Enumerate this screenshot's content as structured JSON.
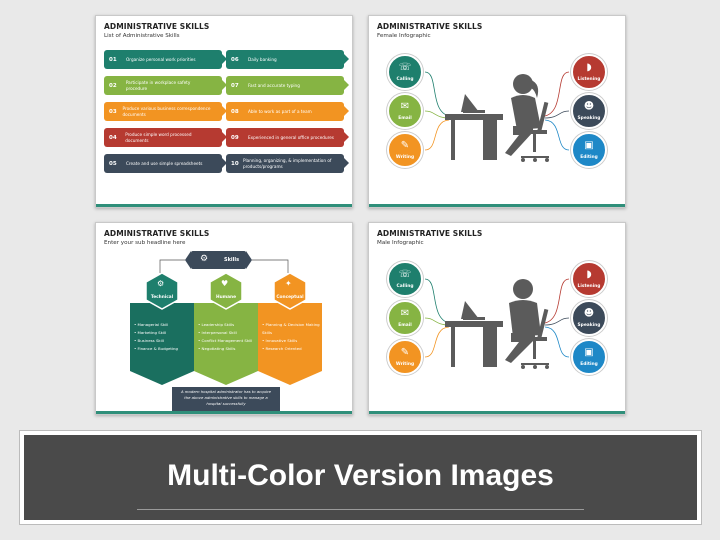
{
  "slides": {
    "list": {
      "title": "ADMINISTRATIVE SKILLS",
      "subtitle": "List of Administrative Skills",
      "items": [
        {
          "num": "01",
          "text": "Organize personal work priorities",
          "color": "#1e7f6d"
        },
        {
          "num": "02",
          "text": "Participate in workplace safety procedure",
          "color": "#86b443"
        },
        {
          "num": "03",
          "text": "Produce various business correspondence documents",
          "color": "#f29422"
        },
        {
          "num": "04",
          "text": "Produce simple word processed documents",
          "color": "#b63a31"
        },
        {
          "num": "05",
          "text": "Create and use simple spreadsheets",
          "color": "#3c4a5a"
        },
        {
          "num": "06",
          "text": "Daily banking",
          "color": "#1e7f6d"
        },
        {
          "num": "07",
          "text": "Fast and accurate typing",
          "color": "#86b443"
        },
        {
          "num": "08",
          "text": "Able to work as part of a team",
          "color": "#f29422"
        },
        {
          "num": "09",
          "text": "Experienced in general office procedures",
          "color": "#b63a31"
        },
        {
          "num": "10",
          "text": "Planning, organizing, & implementation of products/programs",
          "color": "#3c4a5a"
        }
      ]
    },
    "female": {
      "title": "ADMINISTRATIVE SKILLS",
      "subtitle": "Female Infographic",
      "left": [
        {
          "label": "Calling",
          "icon": "phone-icon",
          "glyph": "☏",
          "color": "#1e7f6d"
        },
        {
          "label": "Email",
          "icon": "email-icon",
          "glyph": "✉",
          "color": "#86b443"
        },
        {
          "label": "Writing",
          "icon": "writing-icon",
          "glyph": "✎",
          "color": "#f29422"
        }
      ],
      "right": [
        {
          "label": "Listening",
          "icon": "ear-icon",
          "glyph": "◗",
          "color": "#b63a31"
        },
        {
          "label": "Speaking",
          "icon": "speaking-icon",
          "glyph": "☻",
          "color": "#3c4a5a"
        },
        {
          "label": "Editing",
          "icon": "editing-icon",
          "glyph": "▣",
          "color": "#1e88c7"
        }
      ]
    },
    "skills": {
      "title": "ADMINISTRATIVE SKILLS",
      "subtitle": "Enter your sub headline here",
      "top_label": "Skills",
      "columns": [
        {
          "name": "Technical",
          "color": "#1e7f6d",
          "items": [
            "Managerial Skill",
            "Marketing Skill",
            "Business Skill",
            "Finance & Budgeting"
          ]
        },
        {
          "name": "Humane",
          "color": "#86b443",
          "items": [
            "Leadership Skills",
            "Interpersonal Skill",
            "Conflict Management Skill",
            "Negotiating Skills"
          ]
        },
        {
          "name": "Conceptual",
          "color": "#f29422",
          "items": [
            "Planning & Decision Making Skills",
            "Innovative Skills",
            "Research Oriented"
          ]
        }
      ],
      "footer": "A modern hospital administrator has to acquire the above administrative skills to manage a hospital successfully"
    },
    "male": {
      "title": "ADMINISTRATIVE SKILLS",
      "subtitle": "Male Infographic",
      "left": [
        {
          "label": "Calling",
          "icon": "phone-icon",
          "glyph": "☏",
          "color": "#1e7f6d"
        },
        {
          "label": "Email",
          "icon": "email-icon",
          "glyph": "✉",
          "color": "#86b443"
        },
        {
          "label": "Writing",
          "icon": "writing-icon",
          "glyph": "✎",
          "color": "#f29422"
        }
      ],
      "right": [
        {
          "label": "Listening",
          "icon": "ear-icon",
          "glyph": "◗",
          "color": "#b63a31"
        },
        {
          "label": "Speaking",
          "icon": "speaking-icon",
          "glyph": "☻",
          "color": "#3c4a5a"
        },
        {
          "label": "Editing",
          "icon": "editing-icon",
          "glyph": "▣",
          "color": "#1e88c7"
        }
      ]
    }
  },
  "banner": {
    "text": "Multi-Color Version Images"
  }
}
